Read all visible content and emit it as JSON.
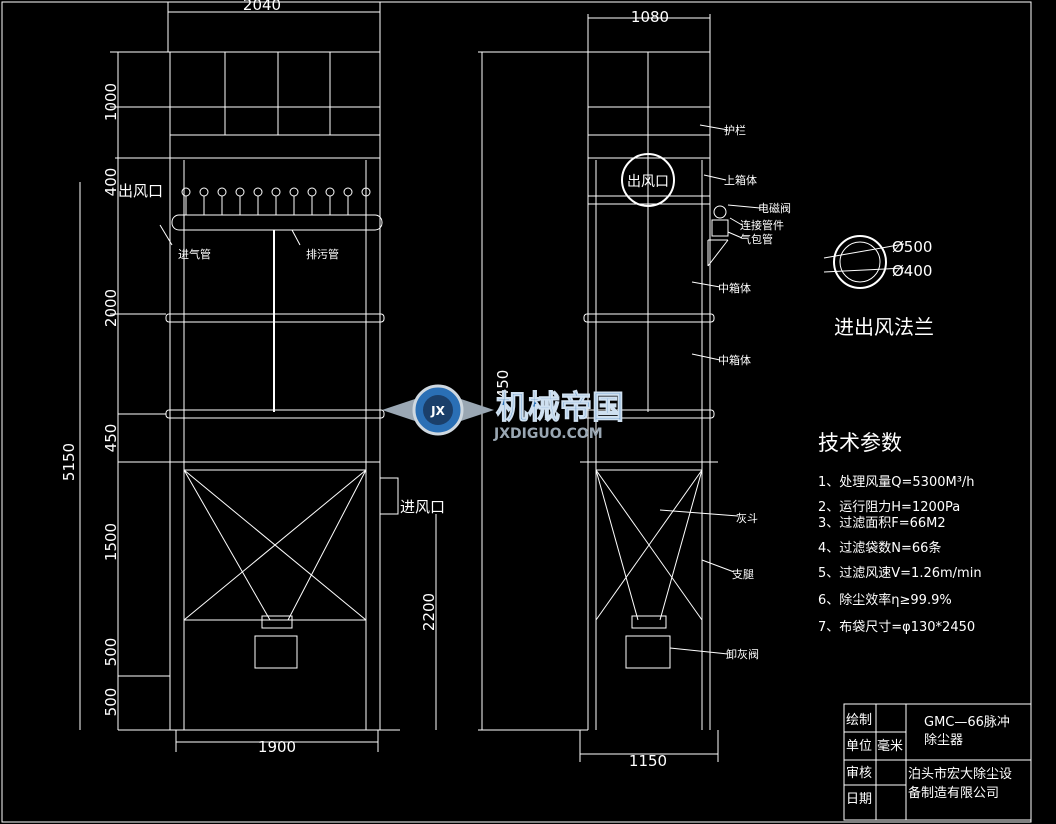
{
  "front_view": {
    "dim_top": "2040",
    "dim_bottom": "1900",
    "dim_total_height": "5150",
    "dims_left": [
      "1000",
      "400",
      "2000",
      "450",
      "1500",
      "500",
      "500"
    ],
    "dim_right": "2200",
    "outlet_label": "出风口",
    "inlet_label": "进风口",
    "air_inlet_pipe": "进气管",
    "drain_pipe": "排污管"
  },
  "side_view": {
    "dim_top": "1080",
    "dim_bottom": "1150",
    "dim_height_partial": "450",
    "outlet_label": "出风口",
    "callouts": [
      "护栏",
      "上箱体",
      "电磁阀",
      "连接管件",
      "气包管",
      "中箱体",
      "中箱体",
      "灰斗",
      "支腿",
      "卸灰阀"
    ]
  },
  "flange": {
    "outer_dia": "Ø500",
    "inner_dia": "Ø400",
    "title": "进出风法兰"
  },
  "watermark": {
    "cn": "机械帝国",
    "en": "JXDIGUO.COM",
    "badge": "JX"
  },
  "tech_params": {
    "title": "技术参数",
    "items": [
      "1、处理风量Q=5300M³/h",
      "2、运行阻力H=1200Pa",
      "3、过滤面积F=66M2",
      "4、过滤袋数N=66条",
      "5、过滤风速V=1.26m/min",
      "6、除尘效率η≥99.9%",
      "7、布袋尺寸=φ130*2450"
    ]
  },
  "title_block": {
    "draw_label": "绘制",
    "unit_label": "单位",
    "unit_value": "毫米",
    "review_label": "审核",
    "date_label": "日期",
    "product_line1": "GMC—66脉冲",
    "product_line2": "除尘器",
    "company_line1": "泊头市宏大除尘设",
    "company_line2": "备制造有限公司"
  },
  "colors": {
    "background": "#000000",
    "lines": "#ffffff",
    "watermark_blue": "#2a6fb5",
    "watermark_gray": "#9aa7b3"
  }
}
